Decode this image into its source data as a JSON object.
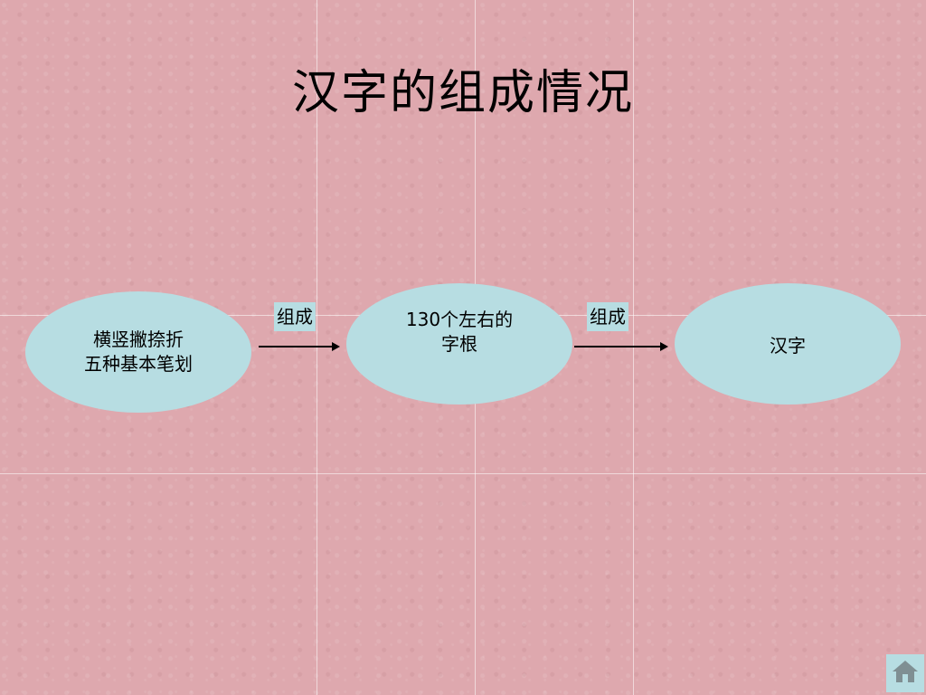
{
  "title": "汉字的组成情况",
  "nodes": {
    "strokes": "横竖撇捺折\n五种基本笔划",
    "radicals": "130个左右的\n字根",
    "hanzi": "汉字"
  },
  "edges": {
    "first_label": "组成",
    "second_label": "组成"
  },
  "colors": {
    "background": "#dea8ae",
    "node_fill": "#b7dde2"
  },
  "home_button": {
    "icon": "home-icon"
  }
}
